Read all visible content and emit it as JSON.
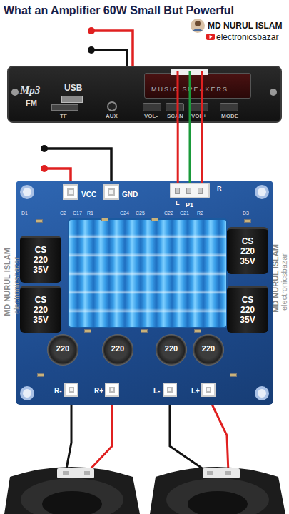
{
  "diagram": {
    "title": "What an Amplifier 60W Small But Powerful",
    "nodes": [
      {
        "text": [
          "Mp3",
          "FM",
          "USB",
          "MUSIC SPEAKERS",
          "TF",
          "AUX",
          "VOL-",
          "SCAN",
          "VOL+",
          "MODE"
        ]
      },
      {
        "text": [
          "L",
          "R",
          "D1",
          "C2",
          "C17",
          "R1",
          "C24",
          "C25",
          "C22",
          "C21",
          "R2",
          "D3"
        ]
      },
      {
        "text": [
          "VCC"
        ],
        "in": 1
      },
      {
        "text": [
          "GND"
        ],
        "in": 1
      },
      {
        "text": [
          "P1"
        ],
        "in": 1
      },
      {
        "text": [
          "CS 220 35V"
        ],
        "in": 1
      },
      {
        "text": [
          "CS 220 35V"
        ],
        "in": 1
      },
      {
        "text": [
          "CS 220 35V"
        ],
        "in": 1
      },
      {
        "text": [
          "CS 220 35V"
        ],
        "in": 1
      },
      {
        "text": [
          "220"
        ],
        "in": 1
      },
      {
        "text": [
          "220"
        ],
        "in": 1
      },
      {
        "text": [
          "220"
        ],
        "in": 1
      },
      {
        "text": [
          "220"
        ],
        "in": 1
      },
      {
        "text": [
          "R-"
        ],
        "in": 1
      },
      {
        "text": [
          "R+"
        ],
        "in": 1
      },
      {
        "text": [
          "L-"
        ],
        "in": 1
      },
      {
        "text": [
          "L+"
        ],
        "in": 1
      }
    ],
    "edges": [
      {
        "from": 0,
        "to": 4,
        "arrow": "none"
      },
      {
        "from": 0,
        "to": 4,
        "arrow": "none"
      },
      {
        "from": 0,
        "to": 4,
        "arrow": "none"
      }
    ],
    "labels": [
      "MD NURUL ISLAM",
      "electronicsbazar",
      "MD NURUL ISLAM",
      "electronicsbazar",
      "MD NURUL ISLAM",
      "electronicsbazar"
    ]
  }
}
